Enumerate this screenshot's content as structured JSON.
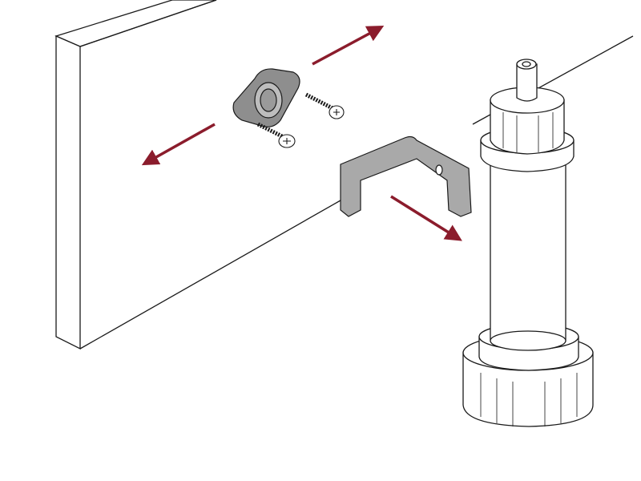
{
  "diagram": {
    "parts": [
      "cabinet-panel",
      "mounting-clip-base",
      "screw",
      "screw",
      "spring-clip",
      "adjustable-leg"
    ],
    "arrows": [
      "arrow-up-right",
      "arrow-down-left",
      "arrow-down-right"
    ]
  },
  "colors": {
    "arrow": "#8b1c2c",
    "line": "#1a1a1a",
    "part_fill": "#a9a9a9",
    "mount_fill": "#8e8e8e"
  }
}
